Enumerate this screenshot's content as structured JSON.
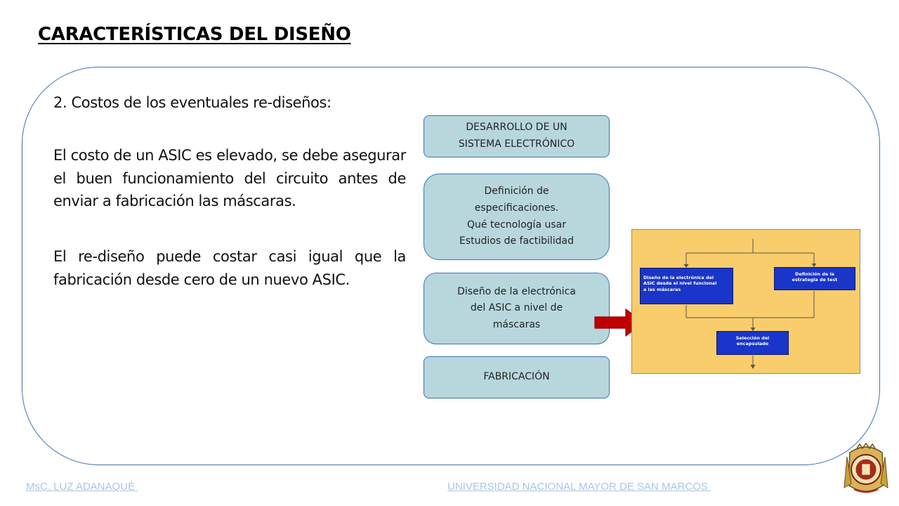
{
  "page": {
    "title": "CARACTERÍSTICAS DEL DISEÑO"
  },
  "main_text": {
    "heading": "2. Costos de los eventuales re-diseños:",
    "paragraph_1": "El costo de un ASIC es elevado, se debe asegurar el buen funcionamiento del circuito antes de enviar a fabricación las máscaras.",
    "paragraph_2": "El re-diseño puede costar casi igual que la fabricación desde cero de un nuevo ASIC."
  },
  "flow": {
    "steps": [
      "DESARROLLO DE UN\nSISTEMA ELECTRÓNICO",
      "Definición de\nespecificaciones.\nQué tecnología usar\nEstudios de factibilidad",
      "Diseño de la electrónica\ndel ASIC a nivel de\nmáscaras",
      "FABRICACIÓN"
    ]
  },
  "diagram": {
    "boxes": [
      "Diseño de la electrónica del\nASIC desde el nivel funcional\na las máscaras",
      "Definición de la\nestrategia de test",
      "Selección del\nencapsulado"
    ]
  },
  "footer": {
    "author": "MsC. LUZ ADANAQUÉ ",
    "institution": "UNIVERSIDAD NACIONAL MAYOR DE SAN MARCOS "
  },
  "colors": {
    "frame_border": "#3f6fb3",
    "flow_fill": "#b7d7dd",
    "diagram_background": "#f9cd6b",
    "diagram_box": "#1a35c9",
    "arrow": "#c00000",
    "footer_text": "#a8c6e8"
  },
  "icons": {
    "arrow": "red-arrow-right-icon",
    "seal": "university-seal-icon"
  }
}
